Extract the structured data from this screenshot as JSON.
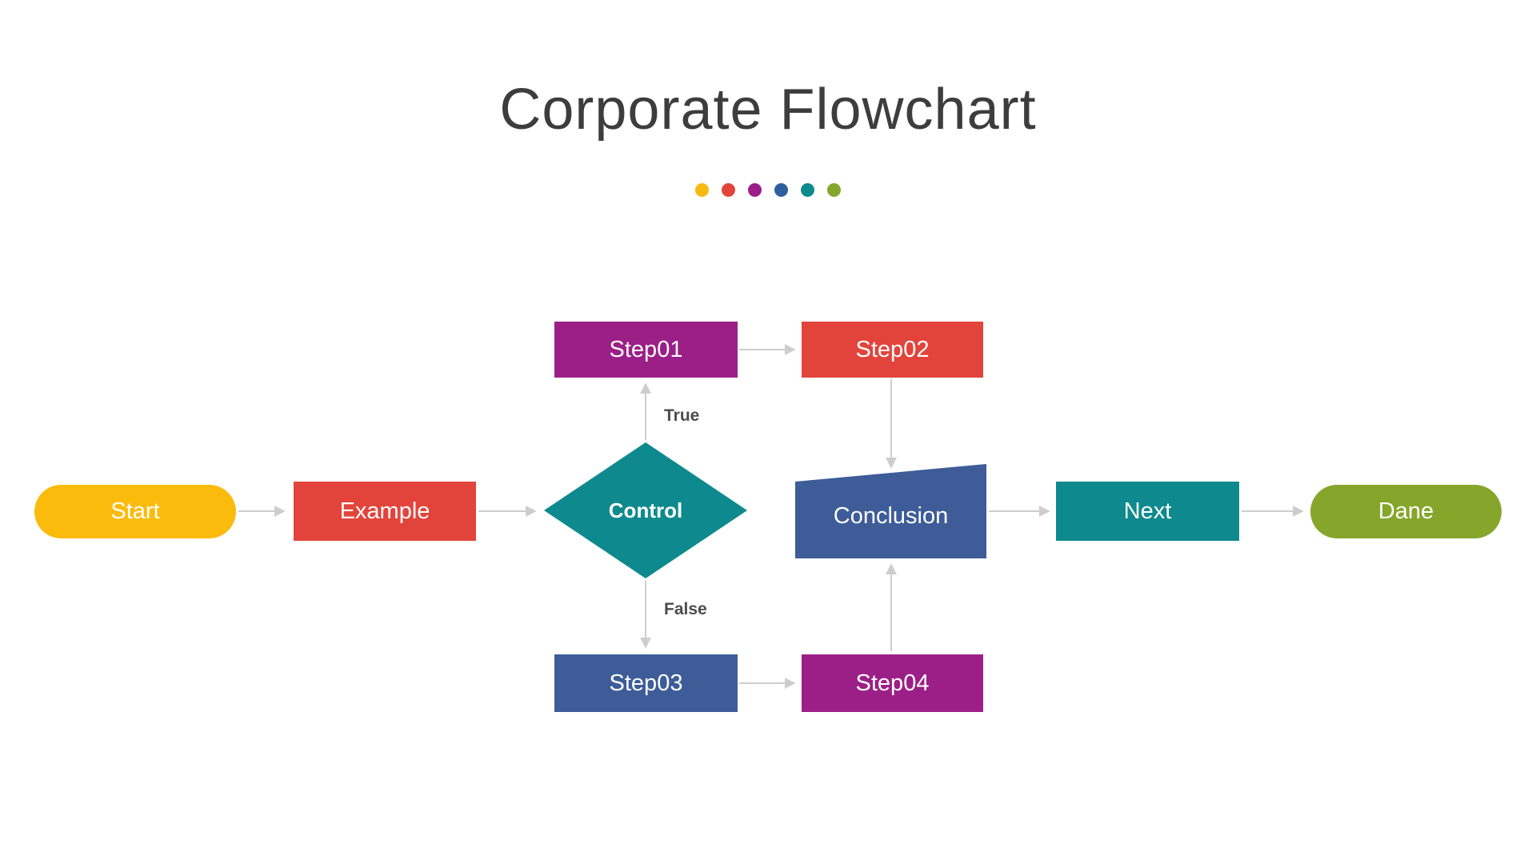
{
  "title": "Corporate Flowchart",
  "dots": {
    "colors": [
      "#F9B915",
      "#E2443B",
      "#9C1F87",
      "#2F5F9E",
      "#0E8A8E",
      "#86A62B"
    ]
  },
  "flowchart": {
    "arrow_color": "#CDCDCD",
    "nodes": {
      "start": {
        "label": "Start",
        "color": "#FBBB0D",
        "shape": "pill"
      },
      "example": {
        "label": "Example",
        "color": "#E2443B",
        "shape": "rect"
      },
      "control": {
        "label": "Control",
        "color": "#0E8A8E",
        "shape": "diamond"
      },
      "step01": {
        "label": "Step01",
        "color": "#9C1F87",
        "shape": "rect"
      },
      "step02": {
        "label": "Step02",
        "color": "#E2443B",
        "shape": "rect"
      },
      "step03": {
        "label": "Step03",
        "color": "#3D5C98",
        "shape": "rect"
      },
      "step04": {
        "label": "Step04",
        "color": "#9C1F87",
        "shape": "rect"
      },
      "conclusion": {
        "label": "Conclusion",
        "color": "#3D5C98",
        "shape": "trapezoid"
      },
      "next": {
        "label": "Next",
        "color": "#0E8A8E",
        "shape": "rect"
      },
      "done": {
        "label": "Dane",
        "color": "#86A62B",
        "shape": "pill"
      }
    },
    "edge_labels": {
      "true_branch": "True",
      "false_branch": "False"
    }
  }
}
